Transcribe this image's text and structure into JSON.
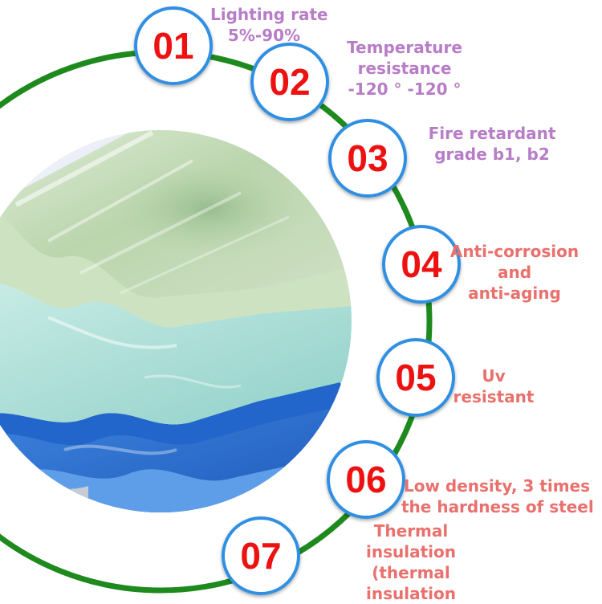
{
  "colors": {
    "ring": "#1e8a1e",
    "badge_border": "#2f8fe3",
    "number": "#ee1111",
    "label_purple": "#b77dc6",
    "label_salmon": "#e9706c"
  },
  "features": [
    {
      "number": "01",
      "label_lines": [
        "Lighting rate",
        "5%-90%"
      ]
    },
    {
      "number": "02",
      "label_lines": [
        "Temperature",
        "resistance",
        "-120 ° -120 °"
      ]
    },
    {
      "number": "03",
      "label_lines": [
        "Fire retardant",
        "grade b1, b2"
      ]
    },
    {
      "number": "04",
      "label_lines": [
        "Anti-corrosion",
        "and",
        "anti-aging"
      ]
    },
    {
      "number": "05",
      "label_lines": [
        "Uv",
        "resistant"
      ]
    },
    {
      "number": "06",
      "label_lines": [
        "Low density, 3 times",
        "the hardness of steel"
      ]
    },
    {
      "number": "07",
      "label_lines": [
        "Thermal",
        "insulation",
        "(thermal",
        "insulation"
      ]
    }
  ]
}
